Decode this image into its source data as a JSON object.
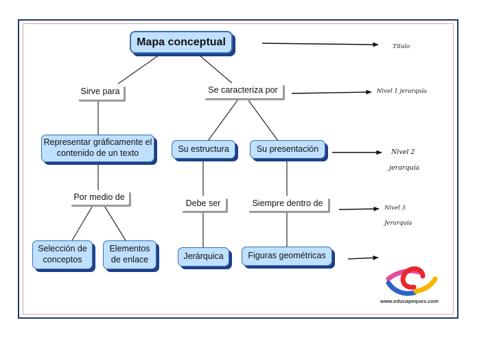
{
  "diagram": {
    "title": "Mapa conceptual",
    "link_labels": {
      "sirve_para": "Sirve para",
      "se_caracteriza_por": "Se caracteriza por",
      "por_medio_de": "Por medio de",
      "debe_ser": "Debe ser",
      "siempre_dentro_de": "Siempre dentro de"
    },
    "concepts": {
      "representar": "Representar gráficamente el contenido de un texto",
      "su_estructura": "Su estructura",
      "su_presentacion": "Su presentación",
      "seleccion": "Selección de conceptos",
      "elementos": "Elementos de enlace",
      "jerarquica": "Jerárquica",
      "figuras": "Figuras geométricas"
    }
  },
  "annotations": {
    "titulo": "Título",
    "nivel1": "Nivel 1 jerarquía",
    "nivel2_a": "Nivel 2",
    "nivel2_b": "jerarquía",
    "nivel3_a": "Nivel 3",
    "nivel3_b": "Jerarquía"
  },
  "logo": {
    "text": "www.educapeques.com",
    "colors": [
      "#e8262b",
      "#f4b400",
      "#2f62c9",
      "#e0509e"
    ]
  },
  "colors": {
    "box_fill": "#bfe0ff",
    "box_border": "#3a6fb0",
    "box_shadow": "#1f3f8a",
    "frame": "#1f3a66"
  }
}
